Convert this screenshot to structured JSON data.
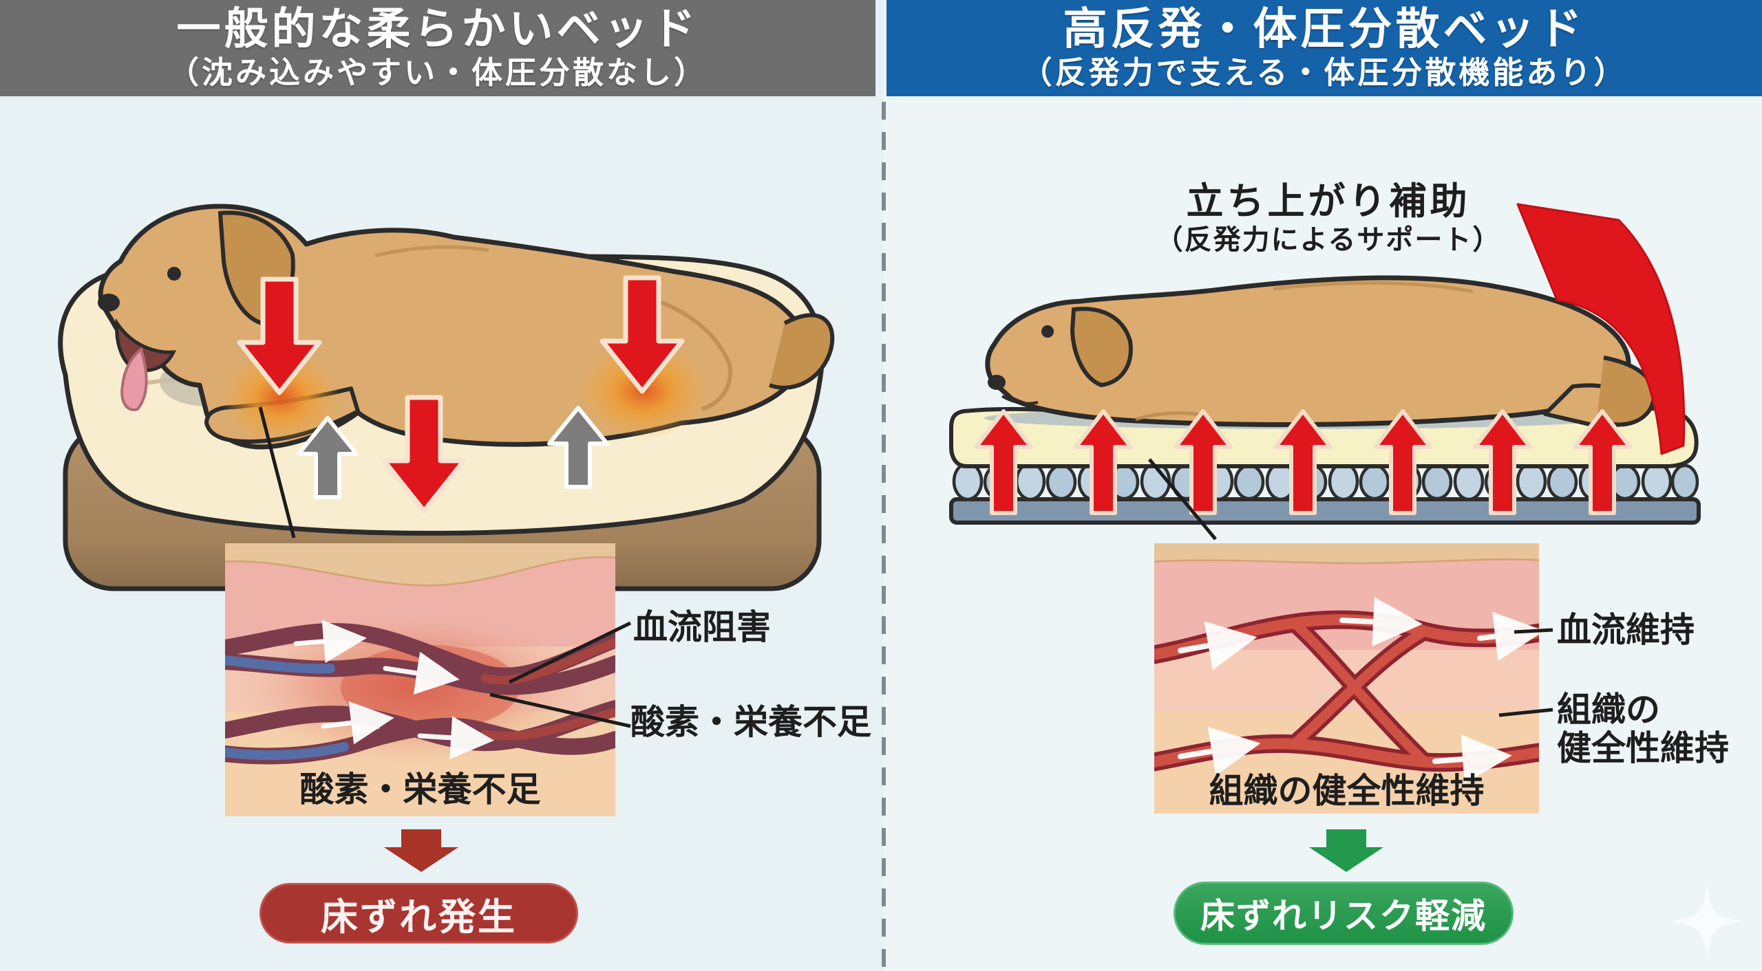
{
  "header_left": {
    "title": "一般的な柔らかいベッド",
    "subtitle": "（沈み込みやすい・体圧分散なし）"
  },
  "header_right": {
    "title": "高反発・体圧分散ベッド",
    "subtitle": "（反発力で支える・体圧分散機能あり）"
  },
  "right_support": {
    "line1": "立ち上がり補助",
    "line2": "（反発力によるサポート）"
  },
  "left_panel": {
    "label_blood": "血流阻害",
    "label_oxygen": "酸素・栄養不足",
    "caption": "酸素・栄養不足",
    "badge": "床ずれ発生"
  },
  "right_panel": {
    "label_blood": "血流維持",
    "label_tissue_1": "組織の",
    "label_tissue_2": "健全性維持",
    "caption": "組織の健全性維持",
    "badge": "床ずれリスク軽減"
  },
  "icons": {
    "pressure_arrow": "red-down-arrow",
    "counter_arrow": "gray-up-arrow",
    "rebound_arrow": "red-up-arrow",
    "lift_assist_arrow": "red-curved-up-arrow",
    "result_arrow_left": "dark-red-down-arrow",
    "result_arrow_right": "green-down-arrow",
    "watermark": "sparkle"
  },
  "colors": {
    "background": "#e9f2f5",
    "header_left_bg": "#6e6e6e",
    "header_right_bg": "#1562a9",
    "arrow_red": "#e0161d",
    "arrow_gray": "#7d7d7d",
    "badge_red": "#a93531",
    "badge_green": "#23994d",
    "divider": "#7f8a92",
    "bed_cushion": "#f8eecf",
    "bed_base": "#ab8a61",
    "mattress_top": "#f7f1c6",
    "mattress_cell": "#c3d4e2",
    "mattress_base": "#8096ac",
    "dog_coat": "#dcab6f",
    "tissue_skin": "#f4d1ab",
    "tissue_pink": "#eeb2a9",
    "vessel_compressed": "#7c3c4c",
    "vessel_healthy": "#ce5144"
  }
}
